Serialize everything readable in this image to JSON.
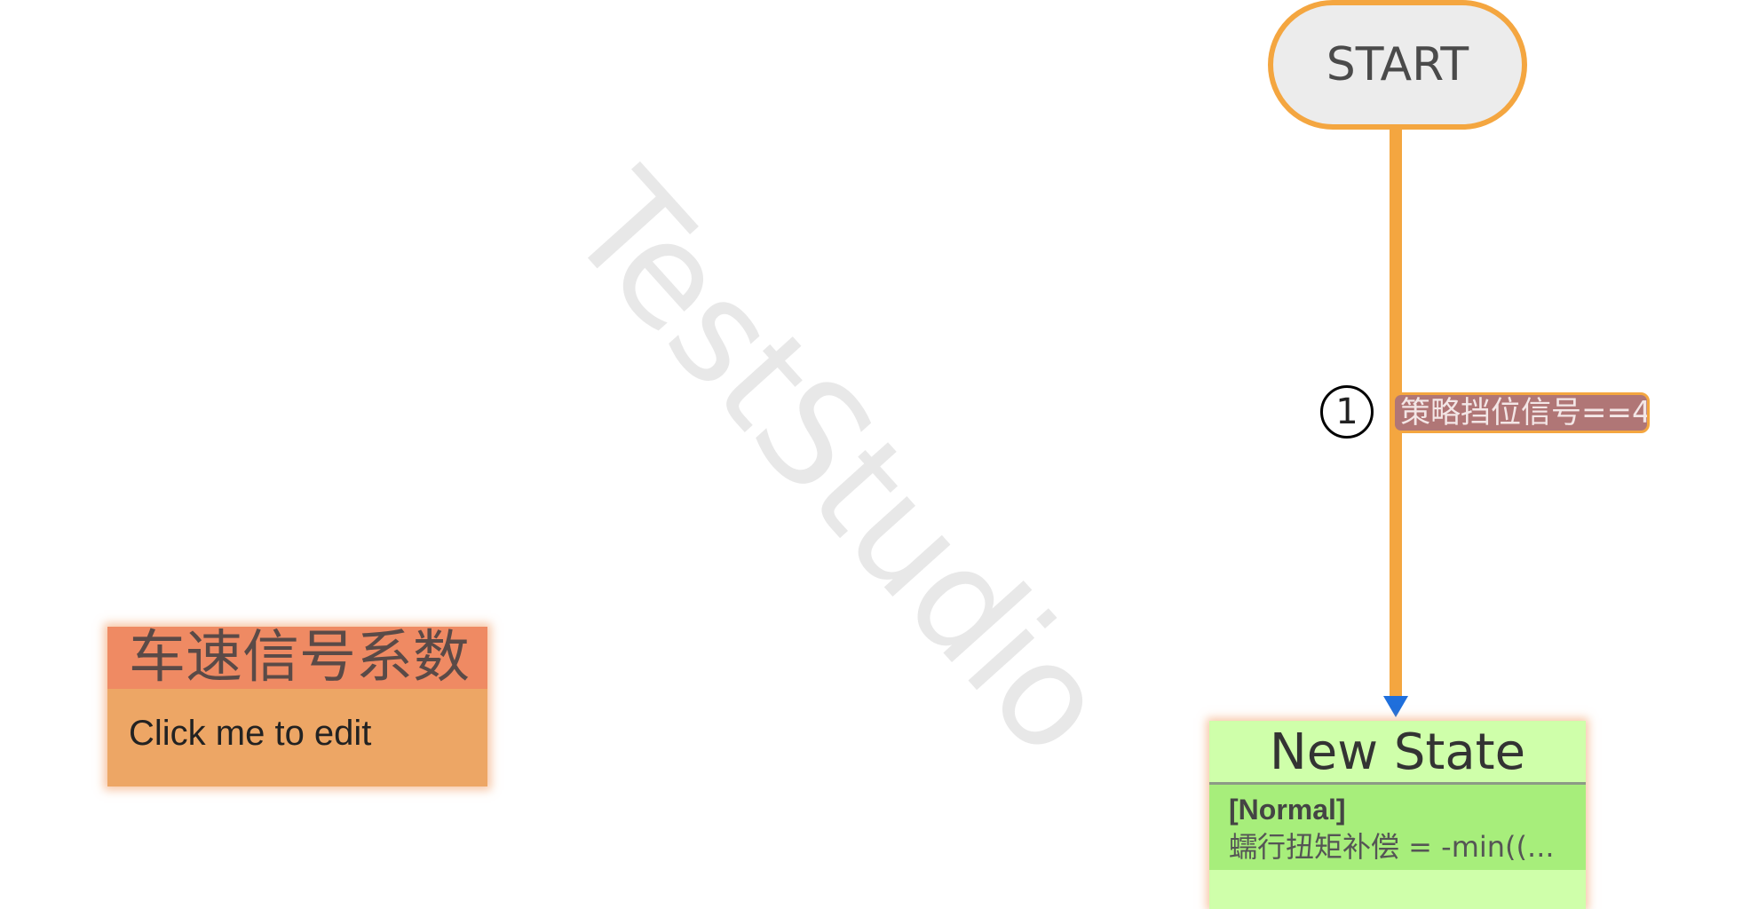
{
  "canvas": {
    "watermark": "TestStudio"
  },
  "start_node": {
    "label": "START"
  },
  "transition": {
    "order": "1",
    "condition": "策略挡位信号==4"
  },
  "note": {
    "title": "车速信号系数",
    "body": "Click me to edit"
  },
  "state": {
    "name": "New State",
    "tag": "[Normal]",
    "action": "蠕行扭矩补偿 = -min((..."
  },
  "colors": {
    "node_border": "#f4a640",
    "start_fill": "#ececec",
    "arrow_head": "#1f6fdc",
    "condition_fill": "#b07676",
    "note_header": "#ef8a63",
    "note_body": "#eda665",
    "state_title": "#cfffaa",
    "state_body": "#a7ee7b"
  }
}
